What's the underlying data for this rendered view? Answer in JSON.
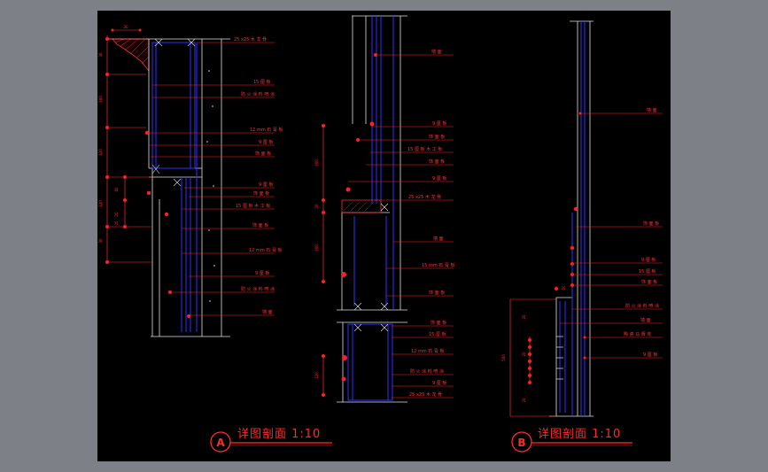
{
  "colors": {
    "background": "#000000",
    "outer": "#7d8087",
    "annotation": "#ff2020",
    "construction_blue": "#2c2cff",
    "outline_white": "#e0e0e0",
    "title": "#ff2a2a"
  },
  "sectionA": {
    "marker": "A",
    "title": "详图剖面 1:10",
    "top_dim": "30",
    "labels": [
      "25 x25 木 龙 骨",
      "15 厘 板",
      "防 火 涂 料 喷 涂",
      "12 mm 石 膏 板",
      "9 厘 板",
      "饰 面 板",
      "9 厘 板",
      "饰 面 板",
      "15 厘 板 木 工 板",
      "饰 面 板",
      "12 mm 石 膏 板",
      "9 厘 板",
      "防 火 涂 料 喷 涂",
      "墙 面"
    ],
    "dims": [
      "30",
      "100",
      "120",
      "60",
      "120",
      "20",
      "30",
      "20"
    ]
  },
  "sectionMid": {
    "labels": [
      "墙 面",
      "9 厘 板",
      "饰 面 板",
      "15 厘 板 木 工 板",
      "饰 面 板",
      "9 厘 板",
      "25 x25 木 龙 骨",
      "墙 面",
      "15 mm 石 膏 板",
      "饰 面 板",
      "饰 面 板",
      "15 厘 板",
      "12 mm 石 膏 板",
      "防 火 涂 料 喷 涂",
      "9 厘 板",
      "25 x25 木 龙 骨"
    ],
    "dims": [
      "100",
      "20",
      "100",
      "120"
    ]
  },
  "sectionB": {
    "marker": "B",
    "title": "详图剖面 1:10",
    "labels": [
      "墙 面",
      "饰 面 板",
      "9 厘 板",
      "15 厘 板",
      "饰 面 板",
      "防 火 涂 料 喷 涂",
      "墙 面",
      "陶 瓷 马 赛 克",
      "9 厘 板"
    ],
    "dims": [
      "20",
      "500",
      "20",
      "20"
    ],
    "top_dim": "20"
  }
}
